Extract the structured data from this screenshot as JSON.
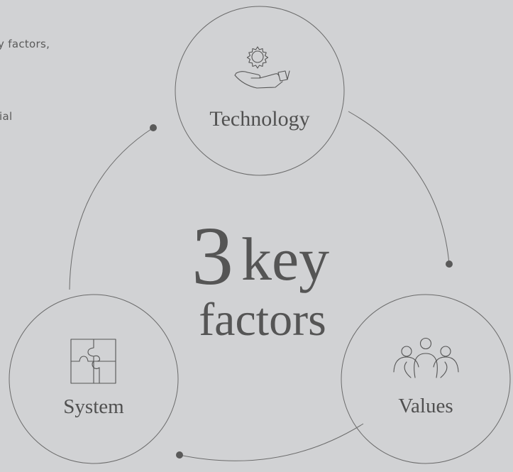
{
  "background_text": {
    "line1": "y factors,",
    "line2": "ial"
  },
  "center": {
    "number": "3",
    "word1": "key",
    "word2": "factors"
  },
  "nodes": {
    "technology": {
      "label": "Technology",
      "icon": "hand-gear-icon"
    },
    "values": {
      "label": "Values",
      "icon": "people-icon"
    },
    "system": {
      "label": "System",
      "icon": "puzzle-icon"
    }
  },
  "colors": {
    "background": "#d1d2d4",
    "line": "#6b6b6b",
    "text": "#555555"
  }
}
